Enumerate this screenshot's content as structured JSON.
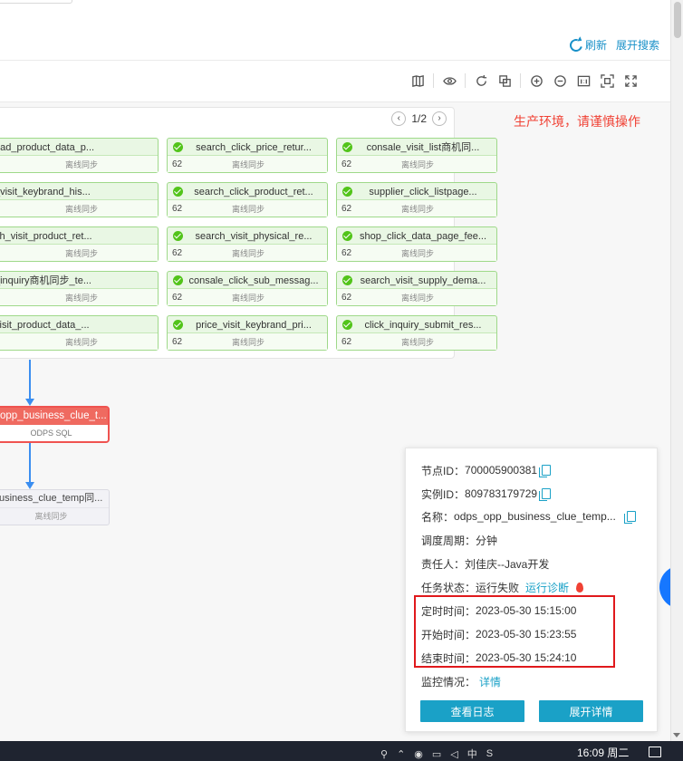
{
  "header": {
    "refresh_label": "刷新",
    "expand_search_label": "展开搜索"
  },
  "toolbar": {
    "icons": [
      "map-icon",
      "eye-icon",
      "refresh-icon",
      "copy-layers-icon",
      "zoom-in-icon",
      "zoom-out-icon",
      "actual-size-icon",
      "fit-screen-icon",
      "fullscreen-icon"
    ]
  },
  "warning_text": "生产环境，请谨慎操作",
  "node_group": {
    "pager_text": "1/2",
    "rows": [
      [
        {
          "name": "oad_product_data_p...",
          "type": "离线同步"
        },
        {
          "name": "search_click_price_retur...",
          "num": "62",
          "type": "离线同步"
        },
        {
          "name": "consale_visit_list商机同...",
          "num": "62",
          "type": "离线同步"
        }
      ],
      [
        {
          "name": "_visit_keybrand_his...",
          "type": "离线同步"
        },
        {
          "name": "search_click_product_ret...",
          "num": "62",
          "type": "离线同步"
        },
        {
          "name": "supplier_click_listpage...",
          "num": "62",
          "type": "离线同步"
        }
      ],
      [
        {
          "name": "ch_visit_product_ret...",
          "type": "离线同步"
        },
        {
          "name": "search_visit_physical_re...",
          "num": "62",
          "type": "离线同步"
        },
        {
          "name": "shop_click_data_page_fee...",
          "num": "62",
          "type": "离线同步"
        }
      ],
      [
        {
          "name": "_inquiry商机同步_te...",
          "type": "离线同步"
        },
        {
          "name": "consale_click_sub_messag...",
          "num": "62",
          "type": "离线同步"
        },
        {
          "name": "search_visit_supply_dema...",
          "num": "62",
          "type": "离线同步"
        }
      ],
      [
        {
          "name": "visit_product_data_...",
          "type": "离线同步"
        },
        {
          "name": "price_visit_keybrand_pri...",
          "num": "62",
          "type": "离线同步"
        },
        {
          "name": "click_inquiry_submit_res...",
          "num": "62",
          "type": "离线同步"
        }
      ]
    ]
  },
  "failed_node": {
    "name": "opp_business_clue_t...",
    "type": "ODPS SQL"
  },
  "downstream_node": {
    "name": "usiness_clue_temp同...",
    "type": "离线同步"
  },
  "detail_panel": {
    "node_id_label": "节点ID：",
    "node_id": "700005900381",
    "instance_id_label": "实例ID：",
    "instance_id": "809783179729",
    "name_label": "名称：",
    "name": "odps_opp_business_clue_temp...",
    "schedule_label": "调度周期：",
    "schedule": "分钟",
    "owner_label": "责任人：",
    "owner": "刘佳庆--Java开发",
    "status_label": "任务状态：",
    "status": "运行失败",
    "diagnose_link": "运行诊断",
    "scheduled_time_label": "定时时间：",
    "scheduled_time": "2023-05-30 15:15:00",
    "start_time_label": "开始时间：",
    "start_time": "2023-05-30 15:23:55",
    "end_time_label": "结束时间：",
    "end_time": "2023-05-30 15:24:10",
    "monitor_label": "监控情况：",
    "monitor_link": "详情",
    "view_log_button": "查看日志",
    "expand_detail_button": "展开详情"
  },
  "taskbar": {
    "ime_label": "中",
    "time": "16:09 周二"
  },
  "colors": {
    "accent": "#1aa1c7",
    "link": "#1890c8",
    "success_node_bg": "#e9f7e4",
    "failed_node": "#ef6a60",
    "warning_text": "#f04134",
    "highlight_box": "#e0191c"
  }
}
